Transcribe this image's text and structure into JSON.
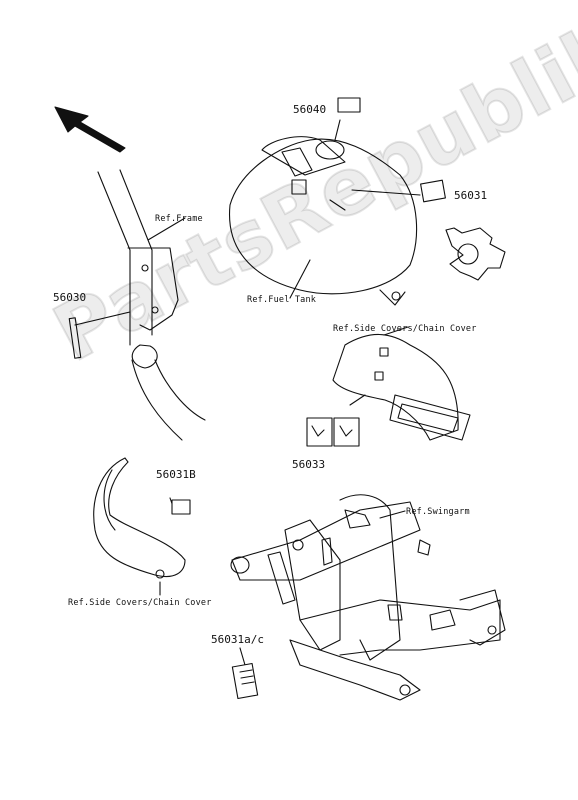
{
  "watermark": "PartsRepublik",
  "labels": {
    "p56040": "56040",
    "p56031": "56031",
    "p56030": "56030",
    "p56031B": "56031B",
    "p56033": "56033",
    "p56031ac": "56031a/c",
    "ref_frame": "Ref.Frame",
    "ref_fuel_tank": "Ref.Fuel Tank",
    "ref_side_covers_1": "Ref.Side Covers/Chain Cover",
    "ref_side_covers_2": "Ref.Side Covers/Chain Cover",
    "ref_swingarm": "Ref.Swingarm"
  },
  "icons": {
    "direction": "arrow-up-left-icon",
    "gear": "gear-icon"
  }
}
